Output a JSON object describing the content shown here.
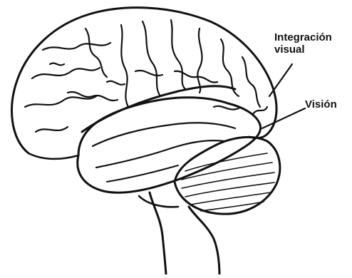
{
  "labels": {
    "integracion_line1": "Integración",
    "integracion_line2": "visual",
    "vision": "Visión"
  },
  "colors": {
    "ink": "#111111",
    "background": "#ffffff"
  }
}
